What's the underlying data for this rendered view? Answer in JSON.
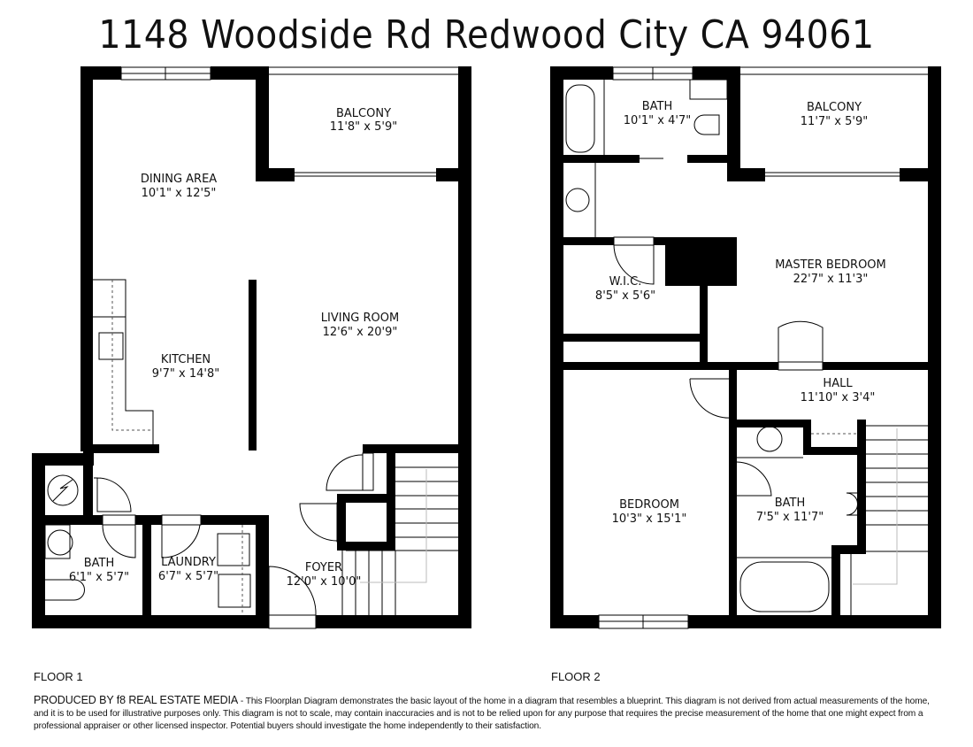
{
  "header": {
    "title": "1148 Woodside Rd Redwood City CA 94061"
  },
  "floors": [
    {
      "label": "FLOOR 1",
      "rooms": [
        {
          "name": "BALCONY",
          "dims": "11'8\" x 5'9\""
        },
        {
          "name": "DINING AREA",
          "dims": "10'1\" x 12'5\""
        },
        {
          "name": "LIVING ROOM",
          "dims": "12'6\" x 20'9\""
        },
        {
          "name": "KITCHEN",
          "dims": "9'7\" x 14'8\""
        },
        {
          "name": "BATH",
          "dims": "6'1\" x 5'7\""
        },
        {
          "name": "LAUNDRY",
          "dims": "6'7\" x 5'7\""
        },
        {
          "name": "FOYER",
          "dims": "12'0\" x 10'0\""
        }
      ]
    },
    {
      "label": "FLOOR 2",
      "rooms": [
        {
          "name": "BATH",
          "dims": "10'1\" x 4'7\""
        },
        {
          "name": "BALCONY",
          "dims": "11'7\" x 5'9\""
        },
        {
          "name": "MASTER BEDROOM",
          "dims": "22'7\" x 11'3\""
        },
        {
          "name": "W.I.C.",
          "dims": "8'5\" x 5'6\""
        },
        {
          "name": "HALL",
          "dims": "11'10\" x 3'4\""
        },
        {
          "name": "BEDROOM",
          "dims": "10'3\" x 15'1\""
        },
        {
          "name": "BATH",
          "dims": "7'5\" x 11'7\""
        }
      ]
    }
  ],
  "footer": {
    "producer": "PRODUCED BY f8 REAL ESTATE MEDIA",
    "separator": " - ",
    "disclaimer": "This Floorplan Diagram demonstrates the basic layout of the home in a diagram that resembles a blueprint. This diagram is not derived from actual measurements of the home, and it is to be used for illustrative purposes only. This diagram is not to scale, may contain inaccuracies and is not to be relied upon for any purpose that requires the precise measurement of the home that one might expect from a professional appraiser or other licensed inspector. Potential buyers should investigate the home independently to their satisfaction."
  },
  "icons": {
    "electrical_panel": "lightning-bolt-in-circle",
    "stairs": "stair-treads",
    "doors": "door-swing-arc",
    "windows": "window-frame"
  }
}
